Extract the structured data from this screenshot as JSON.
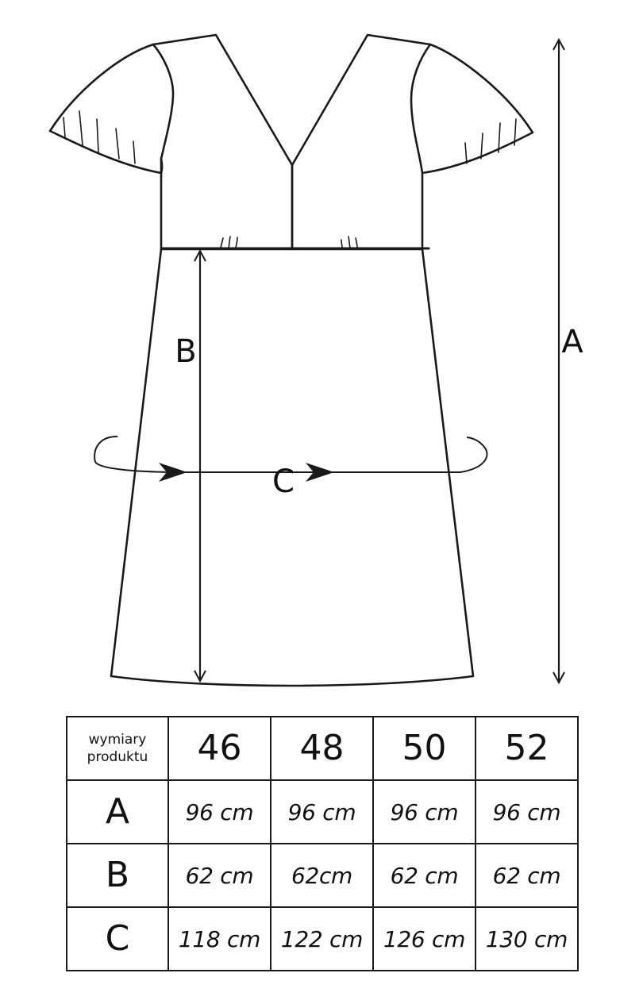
{
  "diagram": {
    "dimension_labels": {
      "a": "A",
      "b": "B",
      "c": "C"
    },
    "line_color": "#1a1a1a"
  },
  "size_table": {
    "corner_label": [
      "wymiary",
      "produktu"
    ],
    "sizes": [
      "46",
      "48",
      "50",
      "52"
    ],
    "rows": [
      {
        "label": "A",
        "values": [
          "96 cm",
          "96 cm",
          "96 cm",
          "96 cm"
        ]
      },
      {
        "label": "B",
        "values": [
          "62 cm",
          "62cm",
          "62 cm",
          "62 cm"
        ]
      },
      {
        "label": "C",
        "values": [
          "118 cm",
          "122 cm",
          "126 cm",
          "130 cm"
        ]
      }
    ]
  }
}
